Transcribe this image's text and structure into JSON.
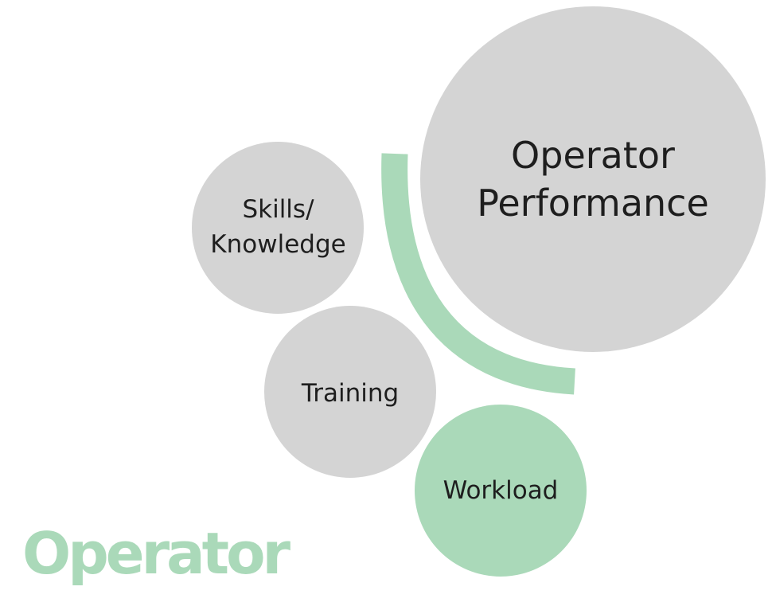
{
  "nodes": {
    "performance": {
      "label": "Operator\nPerformance"
    },
    "skills": {
      "label": "Skills/\nKnowledge"
    },
    "training": {
      "label": "Training"
    },
    "workload": {
      "label": "Workload"
    }
  },
  "heading": "Operator",
  "colors": {
    "circle_gray": "#d4d4d4",
    "accent_green": "#aad9b9",
    "text_dark": "#1e1e1e",
    "background": "#ffffff"
  }
}
